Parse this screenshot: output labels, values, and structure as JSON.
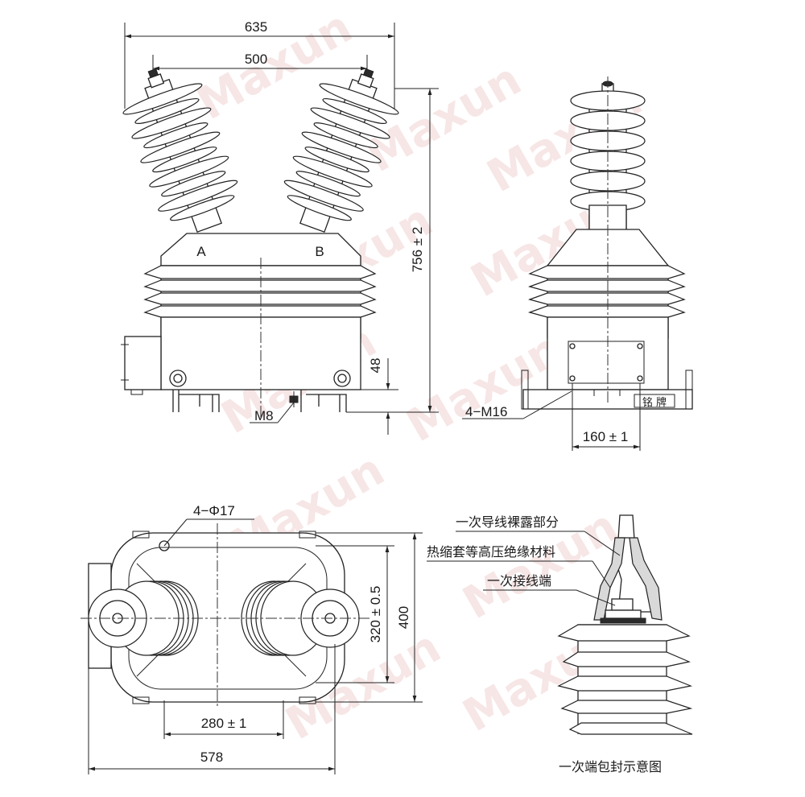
{
  "watermark": {
    "text": "Maxun",
    "color": "#e9b9b9"
  },
  "front_view": {
    "dim_635": "635",
    "dim_500": "500",
    "dim_756": "756 ± 2",
    "dim_48": "48",
    "terminal_a": "A",
    "terminal_b": "B",
    "label_m8": "M8"
  },
  "side_view": {
    "label_4m16": "4−M16",
    "dim_160": "160 ± 1",
    "nameplate": "铭 牌"
  },
  "top_view": {
    "label_4phi17": "4−Φ17",
    "dim_280": "280 ± 1",
    "dim_578": "578",
    "dim_320": "320 ± 0.5",
    "dim_400": "400"
  },
  "detail_view": {
    "callout_exposed": "一次导线裸露部分",
    "callout_insulation": "热缩套等高压绝缘材料",
    "callout_terminal": "一次接线端",
    "caption": "一次端包封示意图"
  }
}
